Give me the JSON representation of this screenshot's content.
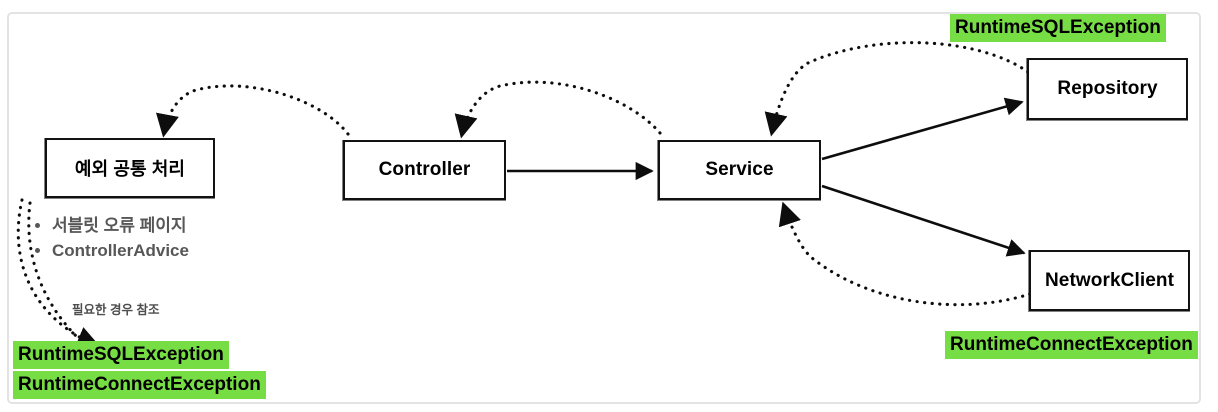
{
  "diagram": {
    "title_clipped": "     ",
    "colors": {
      "highlight_green": "#77dd44",
      "frame_border": "#e3e3e5",
      "node_border": "#111111",
      "muted_text": "#575757"
    },
    "nodes": [
      {
        "id": "exception-handler",
        "label": "예외 공통 처리"
      },
      {
        "id": "controller",
        "label": "Controller"
      },
      {
        "id": "service",
        "label": "Service"
      },
      {
        "id": "repository",
        "label": "Repository"
      },
      {
        "id": "network-client",
        "label": "NetworkClient"
      }
    ],
    "bullets": [
      {
        "label": "서블릿 오류 페이지"
      },
      {
        "label": "ControllerAdvice"
      }
    ],
    "annotations": [
      {
        "id": "reference-note",
        "label": "필요한 경우 참조"
      }
    ],
    "exception_labels": [
      {
        "id": "exc-top-right",
        "label": "RuntimeSQLException"
      },
      {
        "id": "exc-bottom-right",
        "label": "RuntimeConnectException"
      },
      {
        "id": "exc-bottom-left-sql",
        "label": "RuntimeSQLException"
      },
      {
        "id": "exc-bottom-left-connect",
        "label": "RuntimeConnectException"
      }
    ],
    "edges": [
      {
        "id": "controller-to-service",
        "style": "solid",
        "from": "controller",
        "to": "service"
      },
      {
        "id": "service-to-repository",
        "style": "solid",
        "from": "service",
        "to": "repository"
      },
      {
        "id": "service-to-network-client",
        "style": "solid",
        "from": "service",
        "to": "network-client"
      },
      {
        "id": "repository-to-service",
        "style": "dotted",
        "from": "repository",
        "to": "service"
      },
      {
        "id": "network-client-to-service",
        "style": "dotted",
        "from": "network-client",
        "to": "service"
      },
      {
        "id": "service-to-controller",
        "style": "dotted",
        "from": "service",
        "to": "controller"
      },
      {
        "id": "controller-to-exception-handler",
        "style": "dotted",
        "from": "controller",
        "to": "exception-handler"
      },
      {
        "id": "exception-handler-to-exception-labels",
        "style": "dotted",
        "from": "exception-handler",
        "to": "exc-bottom-left-sql"
      }
    ]
  }
}
